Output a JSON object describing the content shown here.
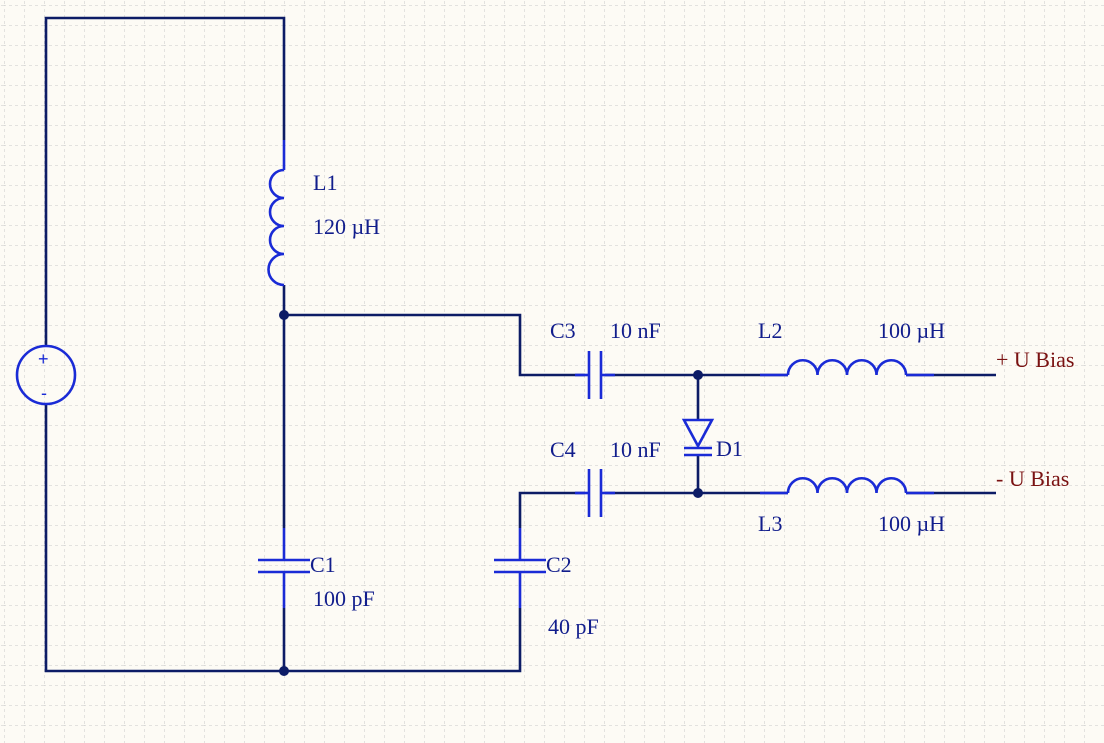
{
  "schematic": {
    "source": {
      "plus_sign": "+",
      "minus_sign": "-"
    },
    "components": {
      "L1": {
        "designator": "L1",
        "value": "120 µH"
      },
      "L2": {
        "designator": "L2",
        "value": "100 µH"
      },
      "L3": {
        "designator": "L3",
        "value": "100 µH"
      },
      "C1": {
        "designator": "C1",
        "value": "100 pF"
      },
      "C2": {
        "designator": "C2",
        "value": "40 pF"
      },
      "C3": {
        "designator": "C3",
        "value": "10 nF"
      },
      "C4": {
        "designator": "C4",
        "value": "10 nF"
      },
      "D1": {
        "designator": "D1"
      }
    },
    "net_labels": {
      "positive_bias": "+ U Bias",
      "negative_bias": "- U Bias"
    },
    "colors": {
      "background": "#fdfbf5",
      "grid": "#c9c9c9",
      "wire": "#111d8c",
      "component": "#1a2bd6",
      "net_label": "#7a1212"
    }
  }
}
